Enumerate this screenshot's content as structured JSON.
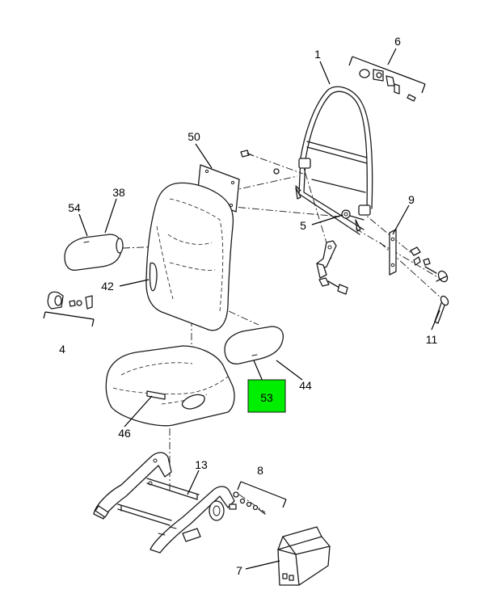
{
  "callouts": {
    "c1": "1",
    "c4": "4",
    "c5": "5",
    "c6": "6",
    "c7": "7",
    "c8": "8",
    "c9": "9",
    "c11": "11",
    "c13": "13",
    "c38": "38",
    "c42": "42",
    "c44": "44",
    "c46": "46",
    "c50": "50",
    "c53": "53",
    "c54": "54"
  },
  "highlight": {
    "part": "53",
    "color": "#00ee00"
  }
}
